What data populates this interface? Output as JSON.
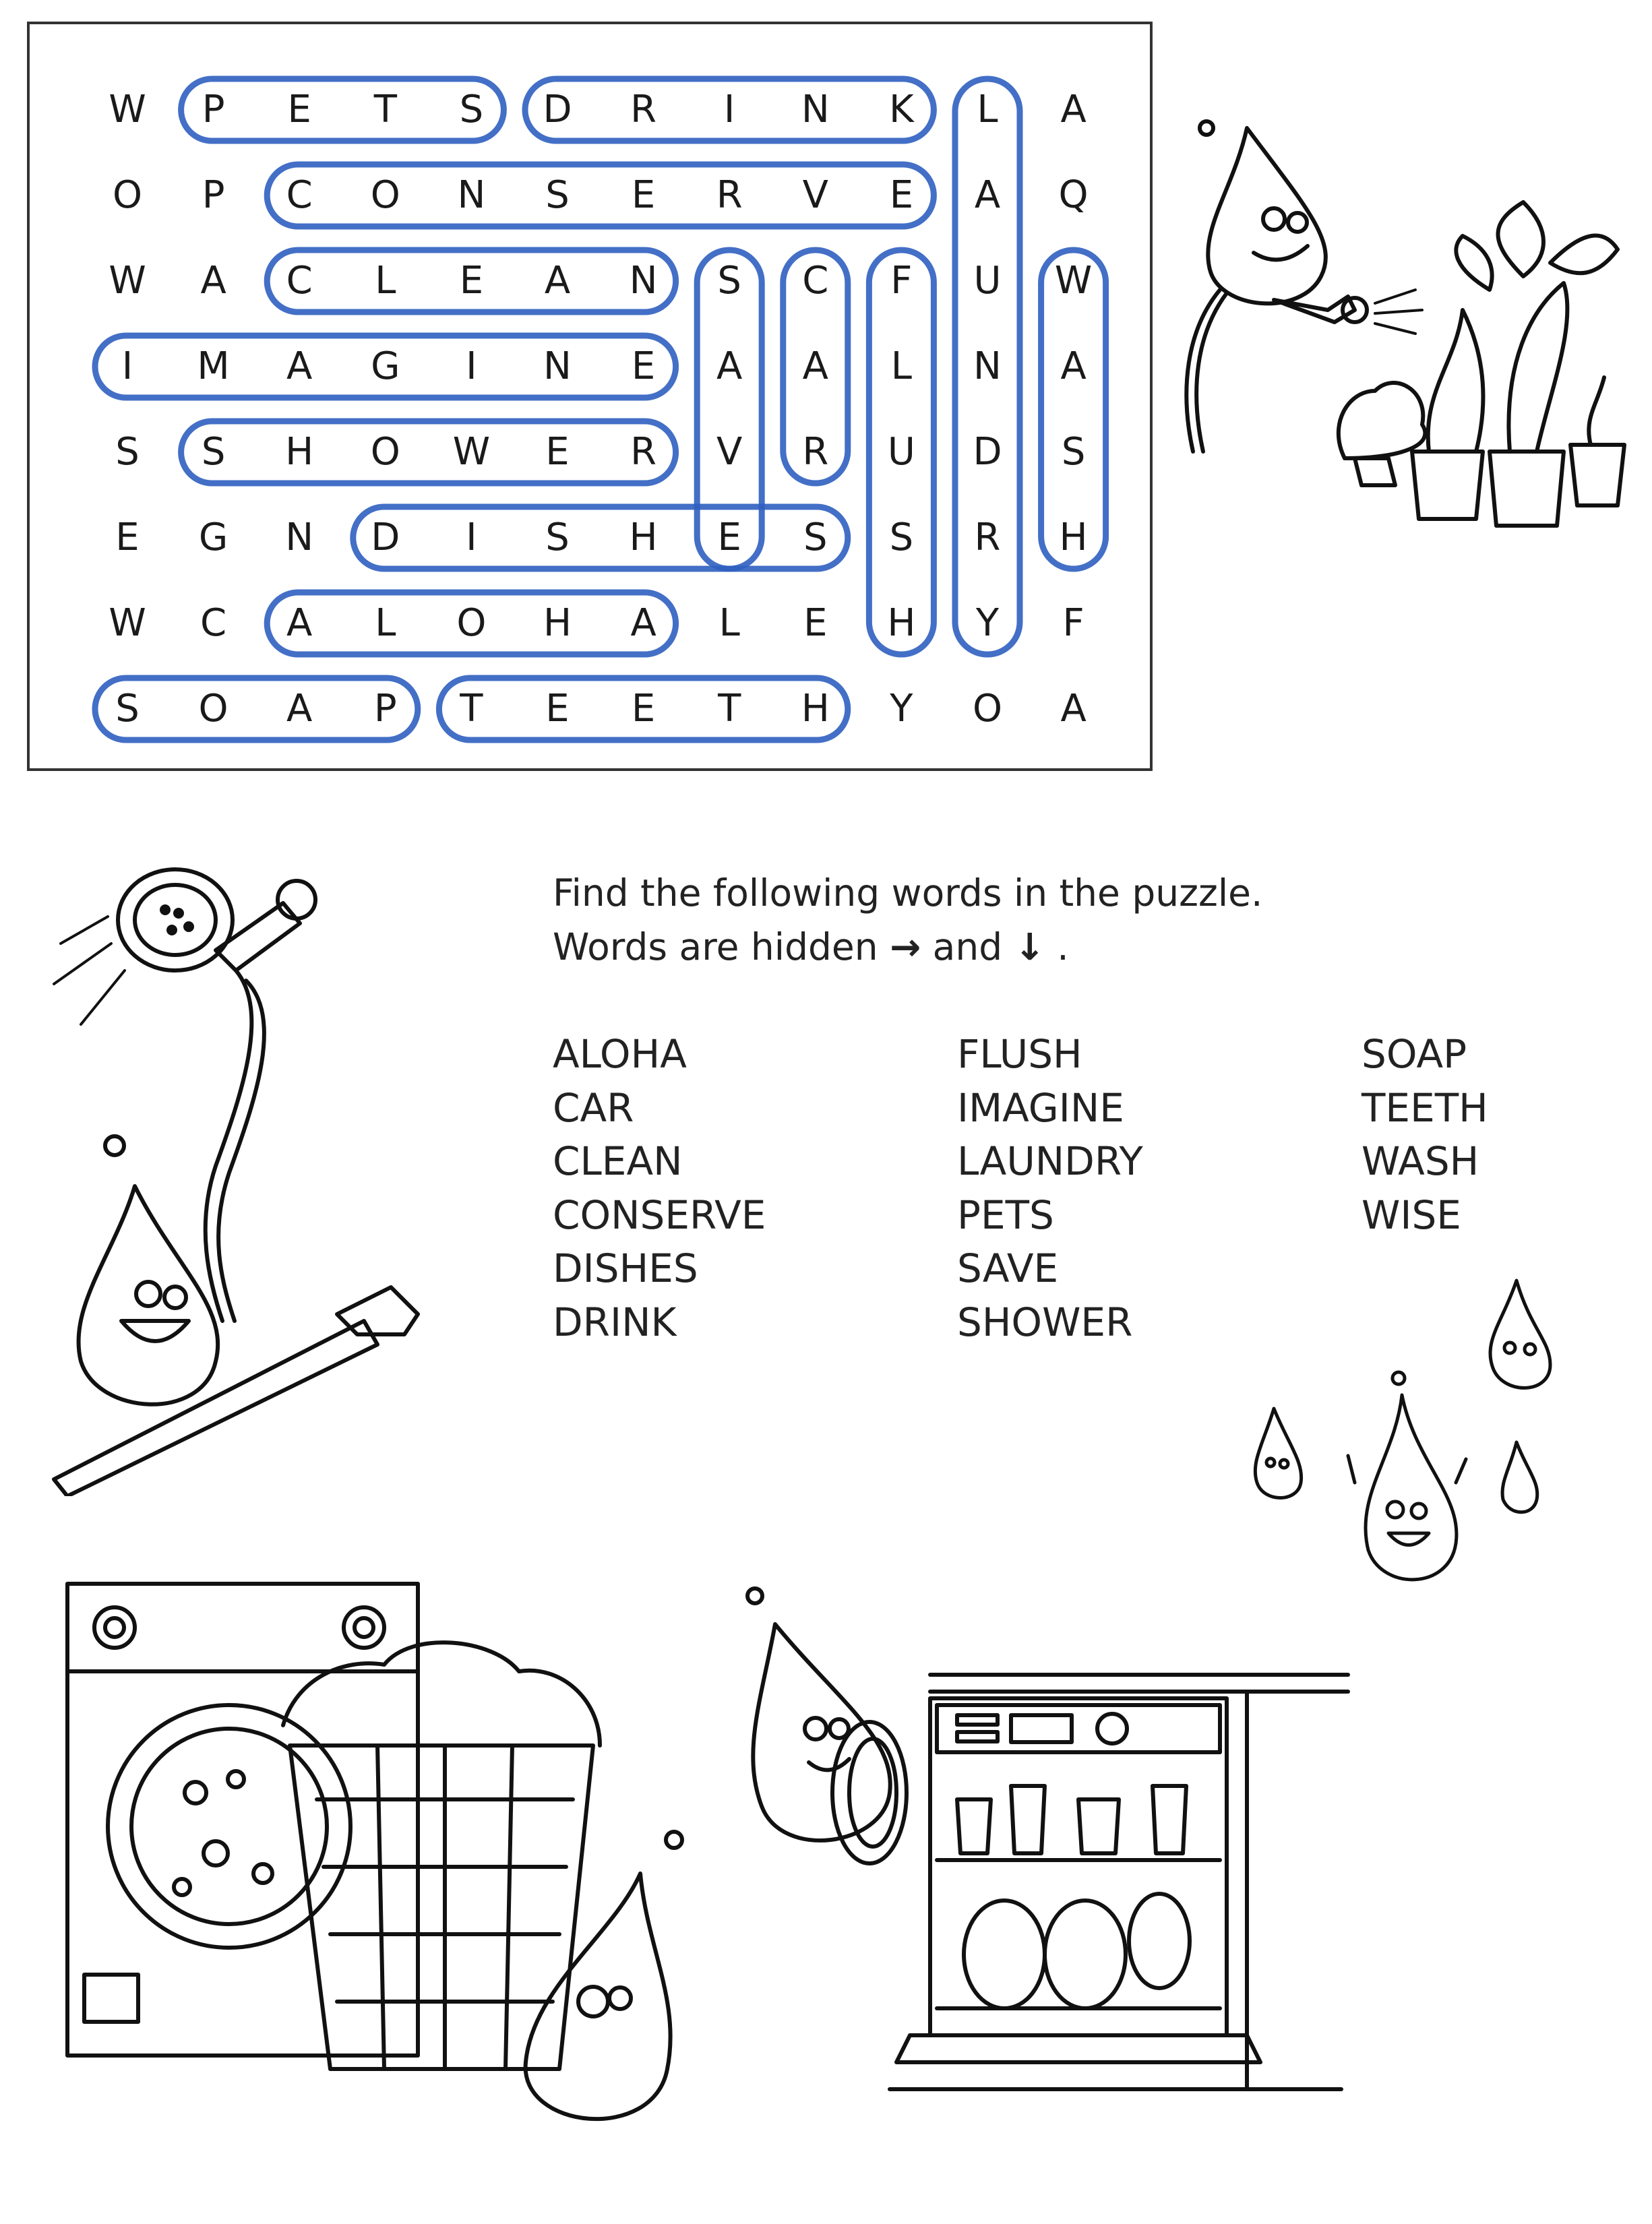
{
  "puzzle": {
    "rows": [
      [
        "W",
        "P",
        "E",
        "T",
        "S",
        "D",
        "R",
        "I",
        "N",
        "K",
        "L",
        "A"
      ],
      [
        "O",
        "P",
        "C",
        "O",
        "N",
        "S",
        "E",
        "R",
        "V",
        "E",
        "A",
        "Q"
      ],
      [
        "W",
        "A",
        "C",
        "L",
        "E",
        "A",
        "N",
        "S",
        "C",
        "F",
        "U",
        "W"
      ],
      [
        "I",
        "M",
        "A",
        "G",
        "I",
        "N",
        "E",
        "A",
        "A",
        "L",
        "N",
        "A"
      ],
      [
        "S",
        "S",
        "H",
        "O",
        "W",
        "E",
        "R",
        "V",
        "R",
        "U",
        "D",
        "S"
      ],
      [
        "E",
        "G",
        "N",
        "D",
        "I",
        "S",
        "H",
        "E",
        "S",
        "S",
        "R",
        "H"
      ],
      [
        "W",
        "C",
        "A",
        "L",
        "O",
        "H",
        "A",
        "L",
        "E",
        "H",
        "Y",
        "F"
      ],
      [
        "S",
        "O",
        "A",
        "P",
        "T",
        "E",
        "E",
        "T",
        "H",
        "Y",
        "O",
        "A"
      ]
    ],
    "found": [
      {
        "word": "PETS",
        "start": [
          0,
          1
        ],
        "dir": "across",
        "len": 4
      },
      {
        "word": "DRINK",
        "start": [
          0,
          5
        ],
        "dir": "across",
        "len": 5
      },
      {
        "word": "CONSERVE",
        "start": [
          1,
          2
        ],
        "dir": "across",
        "len": 8
      },
      {
        "word": "CLEAN",
        "start": [
          2,
          2
        ],
        "dir": "across",
        "len": 5
      },
      {
        "word": "IMAGINE",
        "start": [
          3,
          0
        ],
        "dir": "across",
        "len": 7
      },
      {
        "word": "SHOWER",
        "start": [
          4,
          1
        ],
        "dir": "across",
        "len": 6
      },
      {
        "word": "DISHES",
        "start": [
          5,
          3
        ],
        "dir": "across",
        "len": 6
      },
      {
        "word": "ALOHA",
        "start": [
          6,
          2
        ],
        "dir": "across",
        "len": 5
      },
      {
        "word": "SOAP",
        "start": [
          7,
          0
        ],
        "dir": "across",
        "len": 4
      },
      {
        "word": "TEETH",
        "start": [
          7,
          4
        ],
        "dir": "across",
        "len": 5
      },
      {
        "word": "LAUNDRY",
        "start": [
          0,
          10
        ],
        "dir": "down",
        "len": 7
      },
      {
        "word": "SAVE",
        "start": [
          2,
          7
        ],
        "dir": "down",
        "len": 4
      },
      {
        "word": "CAR",
        "start": [
          2,
          8
        ],
        "dir": "down",
        "len": 3
      },
      {
        "word": "FLUSH",
        "start": [
          2,
          9
        ],
        "dir": "down",
        "len": 5
      },
      {
        "word": "WASH",
        "start": [
          2,
          11
        ],
        "dir": "down",
        "len": 4
      }
    ],
    "circle_color": "#2f5fc0"
  },
  "instructions": {
    "line1": "Find the following words in the puzzle.",
    "line2_prefix": "Words are hidden",
    "arrow_right": "→",
    "and": "and",
    "arrow_down": "↓",
    "period": "."
  },
  "word_list": {
    "col1": [
      "ALOHA",
      "CAR",
      "CLEAN",
      "CONSERVE",
      "DISHES",
      "DRINK"
    ],
    "col2": [
      "FLUSH",
      "IMAGINE",
      "LAUNDRY",
      "PETS",
      "SAVE",
      "SHOWER"
    ],
    "col3": [
      "SOAP",
      "TEETH",
      "WASH",
      "WISE"
    ]
  },
  "illustrations": {
    "top_right": "water-drop-watering-plants",
    "middle_left": "water-drop-fixing-shower",
    "right_small": "group-of-water-drops",
    "bottom_left": "water-drop-doing-laundry",
    "bottom_right": "water-drop-loading-dishwasher"
  }
}
